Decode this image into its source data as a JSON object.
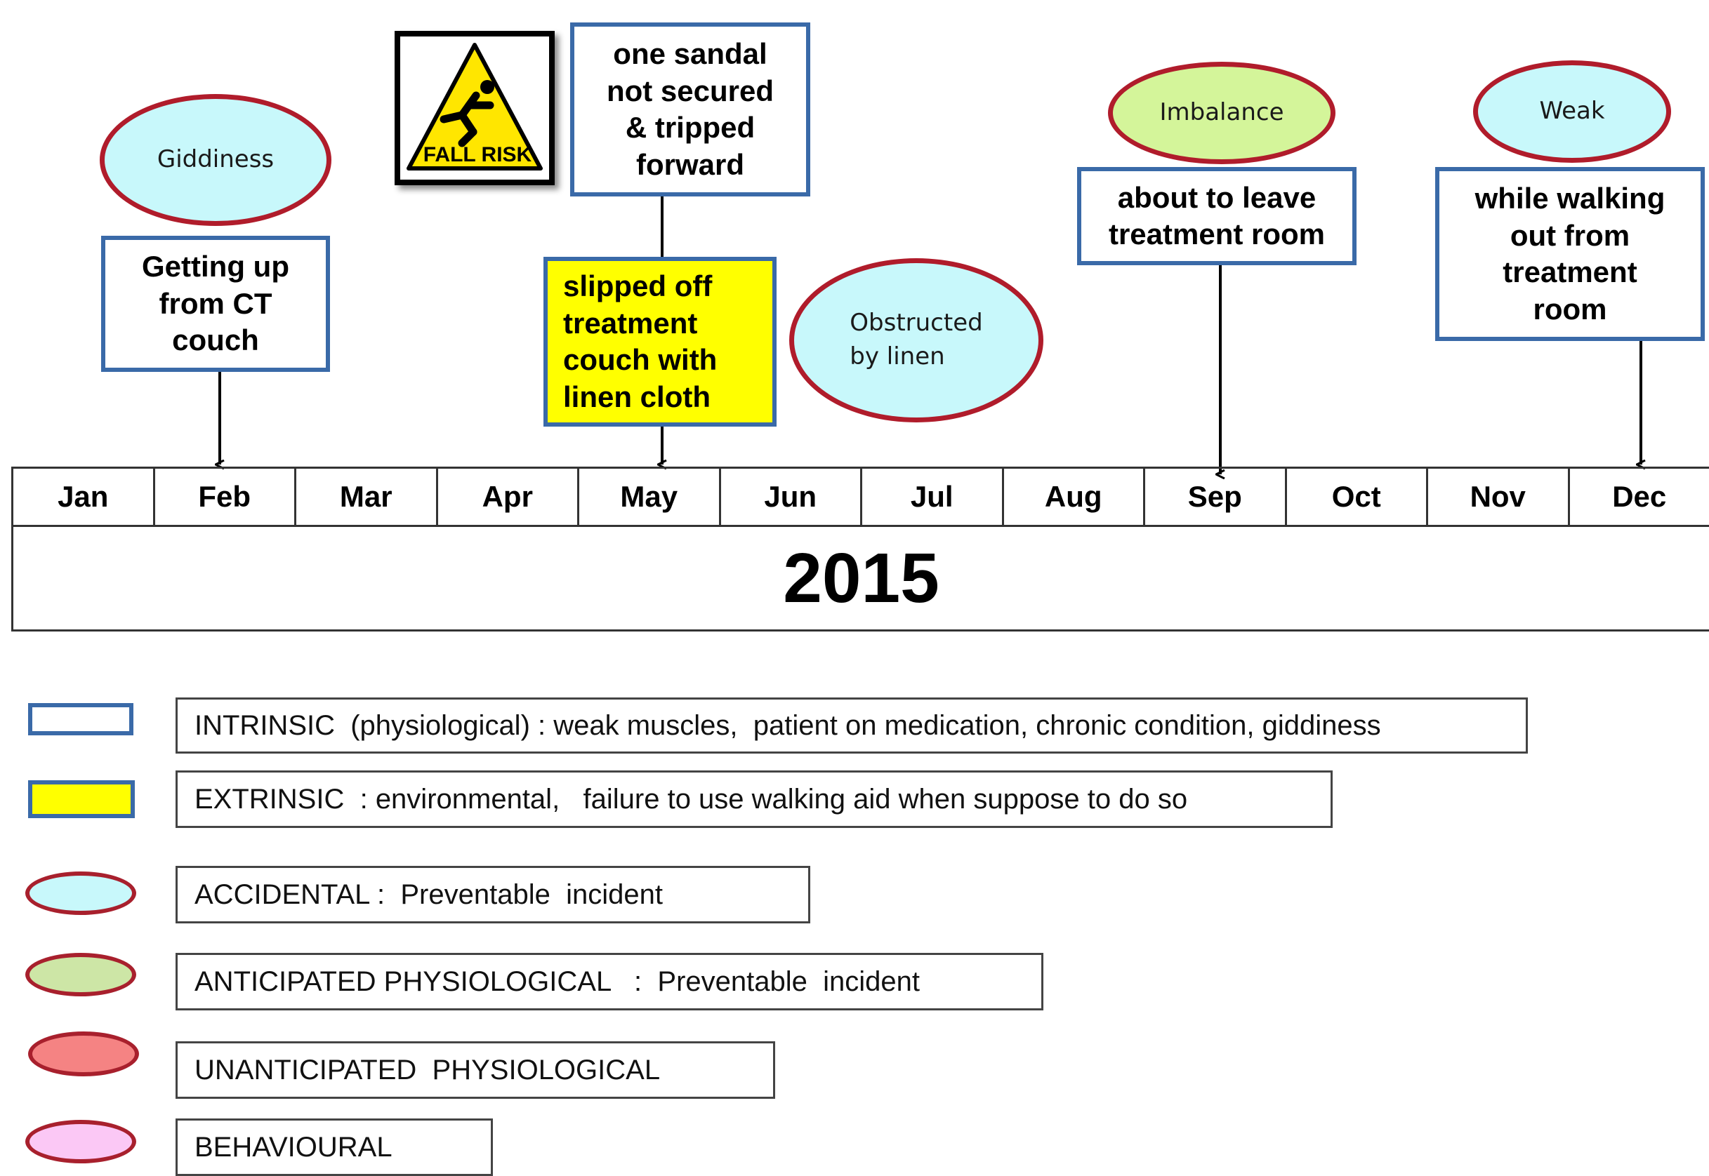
{
  "fall_risk_sign": {
    "label": "FALL RISK"
  },
  "events": [
    {
      "id": "feb",
      "month": "Feb",
      "ellipse_label": "Giddiness",
      "ellipse_class": "accidental",
      "box_text": "Getting up\nfrom CT\ncouch",
      "box_type": "intrinsic"
    },
    {
      "id": "may",
      "month": "May",
      "top_box_text": "one sandal\nnot secured\n& tripped\nforward",
      "top_box_type": "intrinsic",
      "box_text": "slipped  off\ntreatment\ncouch with\nlinen cloth",
      "box_type": "extrinsic",
      "ellipse_label": "Obstructed\nby linen",
      "ellipse_class": "accidental"
    },
    {
      "id": "sep",
      "month": "Sep",
      "ellipse_label": "Imbalance",
      "ellipse_class": "anticipated physiological",
      "box_text": "about to leave\ntreatment room",
      "box_type": "intrinsic"
    },
    {
      "id": "dec",
      "month": "Dec",
      "ellipse_label": "Weak",
      "ellipse_class": "accidental",
      "box_text": "while walking\nout from\ntreatment\nroom",
      "box_type": "intrinsic"
    }
  ],
  "timeline": {
    "months": [
      "Jan",
      "Feb",
      "Mar",
      "Apr",
      "May",
      "Jun",
      "Jul",
      "Aug",
      "Sep",
      "Oct",
      "Nov",
      "Dec"
    ],
    "year": "2015"
  },
  "legend": [
    {
      "shape": "rectangle",
      "fill": "#ffffff",
      "border": "#3a6aa8",
      "text": "INTRINSIC  (physiological) : weak muscles,  patient on medication, chronic condition, giddiness"
    },
    {
      "shape": "rectangle",
      "fill": "#ffff00",
      "border": "#3a6aa8",
      "text": "EXTRINSIC  : environmental,   failure to use walking aid when suppose to do so"
    },
    {
      "shape": "ellipse",
      "fill": "#c8f8fb",
      "border": "#a8202d",
      "text": "ACCIDENTAL :  Preventable  incident"
    },
    {
      "shape": "ellipse",
      "fill": "#cde6a6",
      "border": "#a8202d",
      "text": "ANTICIPATED PHYSIOLOGICAL   :  Preventable  incident"
    },
    {
      "shape": "ellipse",
      "fill": "#f58383",
      "border": "#a8202d",
      "text": "UNANTICIPATED  PHYSIOLOGICAL"
    },
    {
      "shape": "ellipse",
      "fill": "#fbc8f5",
      "border": "#a8202d",
      "text": "BEHAVIOURAL"
    }
  ]
}
